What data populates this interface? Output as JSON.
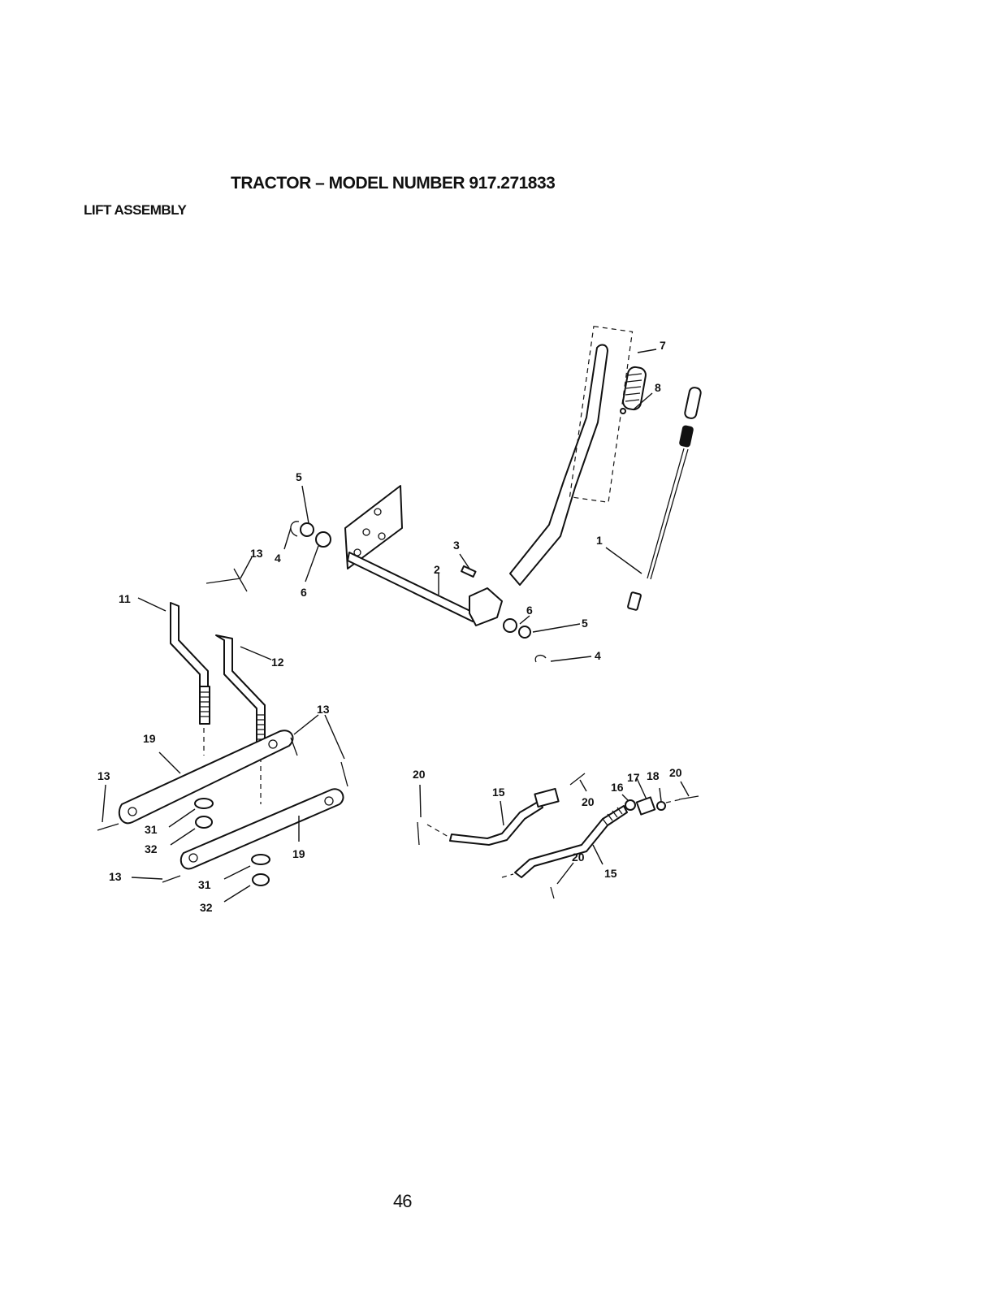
{
  "header": {
    "title": "TRACTOR – MODEL NUMBER 917.271833",
    "subtitle": "LIFT ASSEMBLY"
  },
  "callouts": {
    "c1": "1",
    "c2": "2",
    "c3": "3",
    "c4a": "4",
    "c4b": "4",
    "c5a": "5",
    "c5b": "5",
    "c6a": "6",
    "c6b": "6",
    "c7": "7",
    "c8": "8",
    "c11": "11",
    "c12": "12",
    "c13a": "13",
    "c13b": "13",
    "c13c": "13",
    "c13d": "13",
    "c15a": "15",
    "c15b": "15",
    "c16": "16",
    "c17": "17",
    "c18": "18",
    "c19a": "19",
    "c19b": "19",
    "c20a": "20",
    "c20b": "20",
    "c20c": "20",
    "c20d": "20",
    "c31a": "31",
    "c31b": "31",
    "c32a": "32",
    "c32b": "32"
  },
  "footer": {
    "page_number": "46"
  }
}
